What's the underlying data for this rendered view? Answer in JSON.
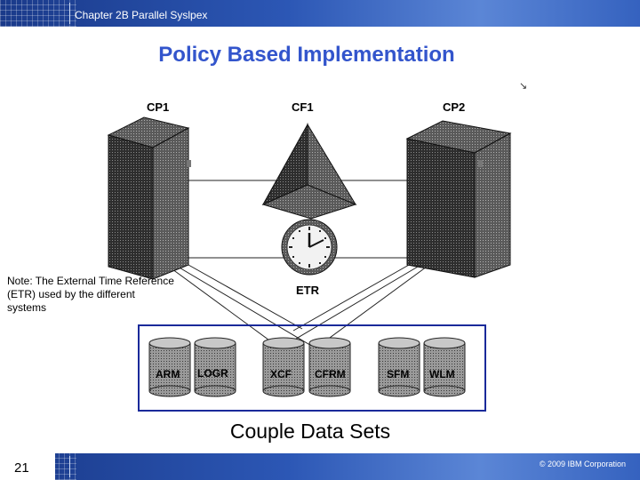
{
  "header": {
    "chapter": "Chapter 2B Parallel Syslpex"
  },
  "slide": {
    "title": "Policy Based Implementation"
  },
  "diagram": {
    "cp1_label": "CP1",
    "cf1_label": "CF1",
    "cp2_label": "CP2",
    "etr_label": "ETR",
    "couple_title": "Couple Data Sets",
    "couple_data_sets": [
      "ARM",
      "LOGR",
      "XCF",
      "CFRM",
      "SFM",
      "WLM"
    ]
  },
  "note": "Note: The External Time Reference (ETR) used by the different systems",
  "footer": {
    "page_number": "21",
    "copyright": "© 2009 IBM Corporation"
  }
}
